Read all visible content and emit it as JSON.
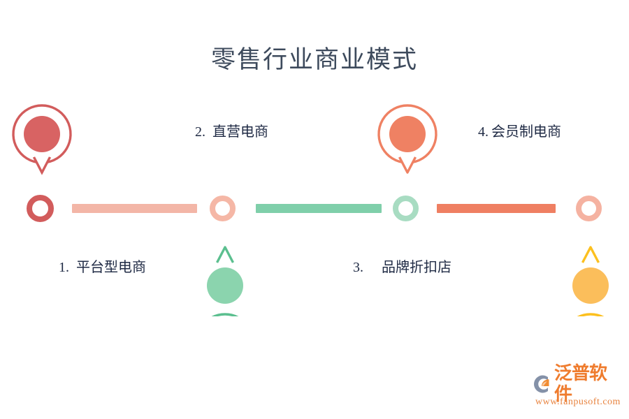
{
  "title": "零售行业商业模式",
  "timeline": {
    "rings": [
      {
        "name": "ring-1",
        "color": "#d25c5c"
      },
      {
        "name": "ring-2",
        "color": "#f5b7a6"
      },
      {
        "name": "ring-3",
        "color": "#a8dcc2"
      },
      {
        "name": "ring-4",
        "color": "#f5b2a1"
      }
    ],
    "bars": [
      {
        "name": "bar-1",
        "color": "#f3b6a7"
      },
      {
        "name": "bar-2",
        "color": "#7fcfaa"
      },
      {
        "name": "bar-3",
        "color": "#ef7f62"
      }
    ]
  },
  "steps": [
    {
      "number": "1.",
      "label": "平台型电商",
      "pin_color": "#d25c5c",
      "pin_fill": "#d86363",
      "pin_direction": "down",
      "label_position": "below"
    },
    {
      "number": "2.",
      "label": "直营电商",
      "pin_color": "#5bbf8f",
      "pin_fill": "#8bd4ae",
      "pin_direction": "up",
      "label_position": "above"
    },
    {
      "number": "3.",
      "label": "品牌折扣店",
      "pin_color": "#ef8163",
      "pin_fill": "#ef8163",
      "pin_direction": "down",
      "label_position": "below"
    },
    {
      "number": "4.",
      "label": "会员制电商",
      "pin_color": "#fcc01f",
      "pin_fill": "#fbbe5b",
      "pin_direction": "up",
      "label_position": "above"
    }
  ],
  "watermark": {
    "brand": "泛普软件",
    "url": "www.fanpusoft.com",
    "brand_color": "#ef7c2e",
    "mark_color": "#8491a8"
  }
}
